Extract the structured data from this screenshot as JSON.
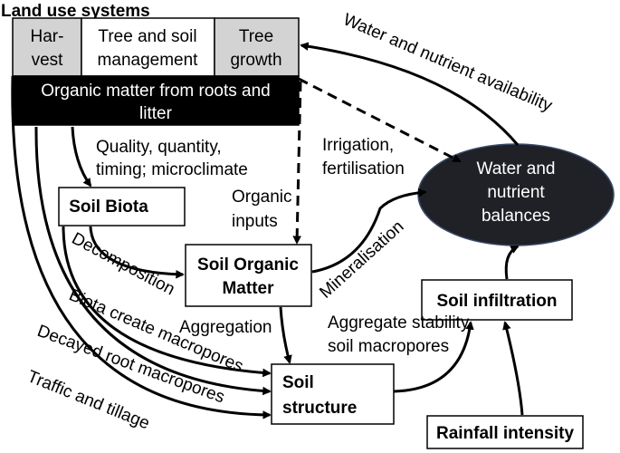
{
  "title": "Land use systems",
  "top_boxes": {
    "harvest": [
      "Har-",
      "vest"
    ],
    "tree_soil_management": [
      "Tree and soil",
      "management"
    ],
    "tree_growth": [
      "Tree",
      "growth"
    ]
  },
  "organic_matter": [
    "Organic matter from roots and",
    "litter"
  ],
  "nodes": {
    "soil_biota": "Soil Biota",
    "soil_organic_matter": [
      "Soil Organic",
      "Matter"
    ],
    "soil_structure": [
      "Soil",
      "structure"
    ],
    "soil_infiltration": "Soil infiltration",
    "rainfall_intensity": "Rainfall intensity",
    "water_nutrient_balances": [
      "Water and",
      "nutrient",
      "balances"
    ]
  },
  "labels": {
    "water_nutrient_availability": "Water and nutrient availability",
    "quality": [
      "Quality, quantity,",
      "timing; microclimate"
    ],
    "irrigation": [
      "Irrigation,",
      "fertilisation"
    ],
    "organic_inputs": [
      "Organic",
      "inputs"
    ],
    "decomposition": "Decomposition",
    "mineralisation": "Mineralisation",
    "aggregation": "Aggregation",
    "aggregate_stability": [
      "Aggregate stability,",
      "soil macropores"
    ],
    "biota_macropores": "Biota create macropores",
    "decayed_root": "Decayed root macropores",
    "traffic": "Traffic and tillage"
  },
  "colors": {
    "harvest_fill": "#d3d3d3",
    "organic_matter_fill": "#000000",
    "ellipse_fill": "#1f2126"
  }
}
